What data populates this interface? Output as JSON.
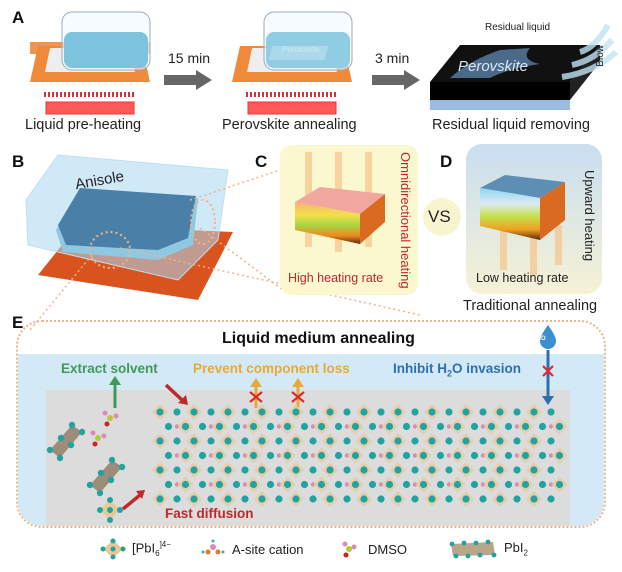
{
  "panels": {
    "A": {
      "letter": "A",
      "steps": [
        {
          "label": "Liquid pre-heating"
        },
        {
          "label": "Perovskite annealing"
        },
        {
          "label": "Residual liquid removing"
        }
      ],
      "arrows": [
        {
          "label": "15 min"
        },
        {
          "label": "3 min"
        }
      ],
      "substrate_text": "Perovskite",
      "faint_text": "Perovskite",
      "residual_label": "Residual liquid",
      "blow_label": "Blow"
    },
    "B": {
      "letter": "B",
      "liquid_label": "Anisole"
    },
    "C": {
      "letter": "C",
      "side_label": "Omnidirectional heating",
      "bottom_label": "High heating rate"
    },
    "vs_label": "VS",
    "D": {
      "letter": "D",
      "side_label": "Upward heating",
      "bottom_label": "Low heating rate",
      "caption": "Traditional annealing"
    },
    "E": {
      "letter": "E",
      "title": "Liquid medium annealing",
      "extract": "Extract solvent",
      "prevent": "Prevent component loss",
      "inhibit_pre": "Inhibit H",
      "inhibit_sub": "2",
      "inhibit_post": "O invasion",
      "drop_label": "H₂O",
      "fast": "Fast diffusion"
    }
  },
  "legend": [
    {
      "name": "pbi6",
      "text": "[PbI",
      "sub": "6",
      "sup": "]4−"
    },
    {
      "name": "a-site",
      "text": "A-site cation"
    },
    {
      "name": "dmso",
      "text": "DMSO"
    },
    {
      "name": "pbi2",
      "text": "PbI",
      "sub": "2"
    }
  ],
  "colors": {
    "orange": "#ee8a3a",
    "heater": "#e8453f",
    "liquid": "#7cc3dd",
    "green": "#3f9a5a",
    "amber": "#e8a93a",
    "blue": "#2f6fb0",
    "red": "#c0282a",
    "teal": "#23a3a0"
  }
}
